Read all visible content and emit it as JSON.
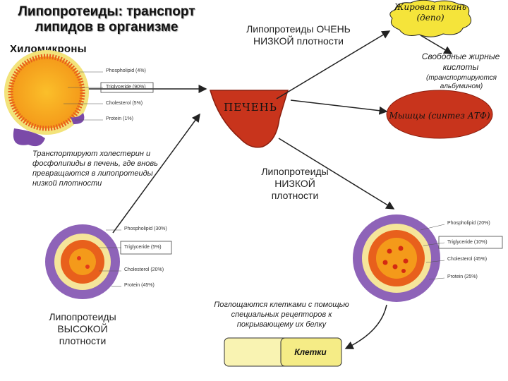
{
  "title": "Липопротеиды: транспорт липидов в организме",
  "chylomicrons_label": "Хиломикроны",
  "vldl_label": "Липопротеиды ОЧЕНЬ НИЗКОЙ плотности",
  "ldl_label": "Липопротеиды НИЗКОЙ плотности",
  "hdl_label": "Липопротеиды ВЫСОКОЙ плотности",
  "hdl_note": "Транспортируют холестерин и фосфолипиды в печень, где вновь превращаются в липопротеиды низкой плотности",
  "ldl_note": "Поглощаются клетками с помощью специальных рецепторов к покрывающему их белку",
  "fat_tissue": "Жировая ткань (депо)",
  "free_fatty_acids": "Свободные жирные кислоты",
  "ffa_transport": "(транспортируются альбумином)",
  "liver": "ПЕЧЕНЬ",
  "muscles": "Мышцы (синтез АТФ)",
  "cells": "Клетки",
  "particle_chylo": {
    "phospholipid": "Phospholipid (4%)",
    "triglyceride": "Triglyceride (90%)",
    "cholesterol": "Cholesterol (5%)",
    "protein": "Protein (1%)"
  },
  "particle_hdl": {
    "phospholipid": "Phospholipid (30%)",
    "triglyceride": "Triglyceride (5%)",
    "cholesterol": "Cholesterol (20%)",
    "protein": "Protein (45%)"
  },
  "particle_ldl": {
    "phospholipid": "Phospholipid (20%)",
    "triglyceride": "Triglyceride (10%)",
    "cholesterol": "Cholesterol (45%)",
    "protein": "Protein (25%)"
  },
  "colors": {
    "liver": "#c8341c",
    "muscle": "#c8341c",
    "fat": "#f5e43a",
    "core": "#f7a21b",
    "shell": "#e8601c",
    "protein": "#7b4aa8"
  }
}
